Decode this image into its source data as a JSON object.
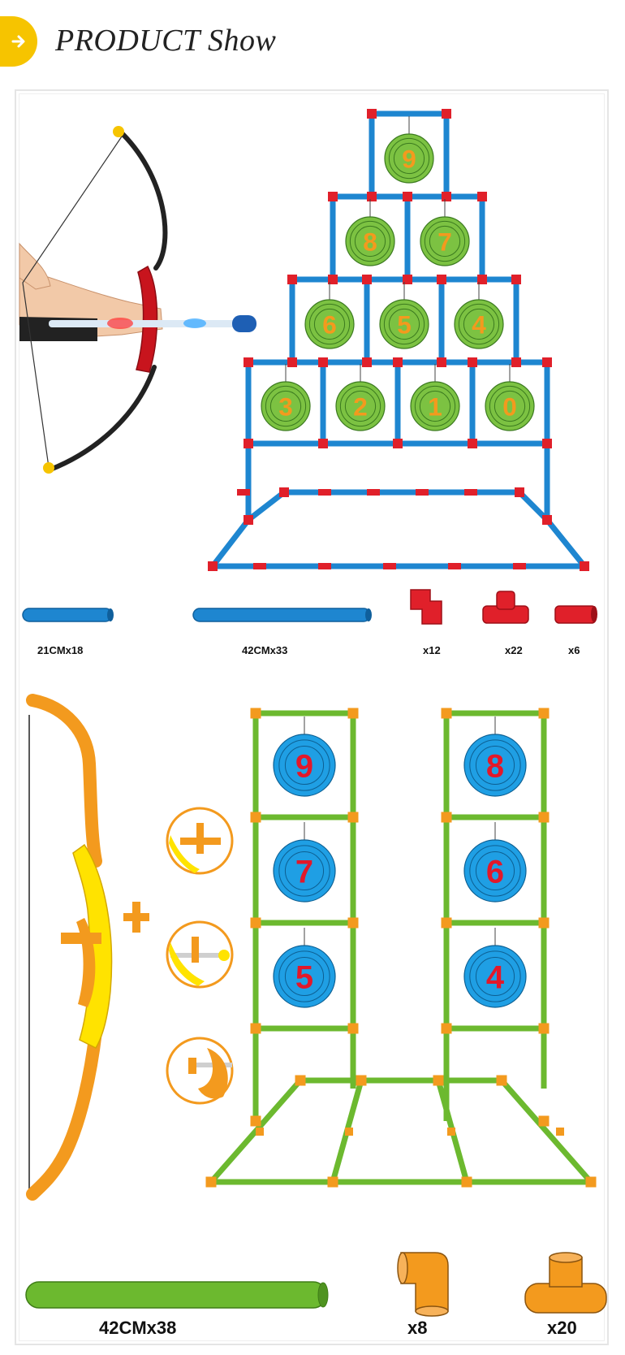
{
  "header": {
    "title": "PRODUCT Show",
    "arrow_icon": "chevron-right-icon",
    "badge_color": "#f6c400"
  },
  "set1": {
    "targets": [
      {
        "number": "9"
      },
      {
        "number": "8"
      },
      {
        "number": "7"
      },
      {
        "number": "6"
      },
      {
        "number": "5"
      },
      {
        "number": "4"
      },
      {
        "number": "3"
      },
      {
        "number": "2"
      },
      {
        "number": "1"
      },
      {
        "number": "0"
      }
    ],
    "target_color": "#7cc242",
    "number_color": "#f39a1e",
    "tube_color": "#1e86d0",
    "connector_color": "#e0202a",
    "parts": [
      {
        "label": "21CMx18"
      },
      {
        "label": "42CMx33"
      },
      {
        "label": "x12"
      },
      {
        "label": "x22"
      },
      {
        "label": "x6"
      }
    ]
  },
  "set2": {
    "targets": [
      {
        "number": "9"
      },
      {
        "number": "7"
      },
      {
        "number": "5"
      },
      {
        "number": "8"
      },
      {
        "number": "6"
      },
      {
        "number": "4"
      }
    ],
    "target_color": "#1f9fe4",
    "number_color": "#e2182a",
    "tube_color": "#6cb92f",
    "connector_color": "#f39a1e",
    "parts": [
      {
        "label": "42CMx38"
      },
      {
        "label": "x8"
      },
      {
        "label": "x20"
      }
    ]
  }
}
